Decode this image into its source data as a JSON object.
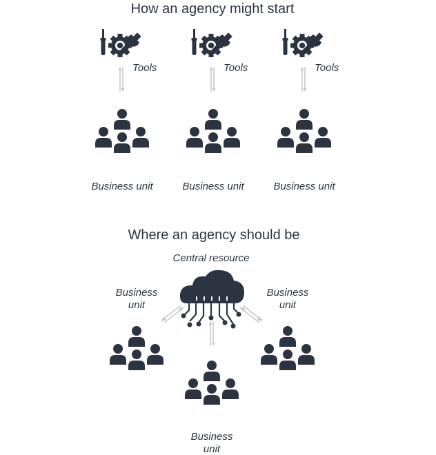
{
  "top_section": {
    "title": "How an agency might start",
    "columns": [
      {
        "tools_label": "Tools",
        "unit_label": "Business unit"
      },
      {
        "tools_label": "Tools",
        "unit_label": "Business unit"
      },
      {
        "tools_label": "Tools",
        "unit_label": "Business unit"
      }
    ]
  },
  "bottom_section": {
    "title": "Where an agency should be",
    "central_label": "Central resource",
    "left_unit": {
      "line1": "Business",
      "line2": "unit"
    },
    "right_unit": {
      "line1": "Business",
      "line2": "unit"
    },
    "bottom_unit": {
      "line1": "Business",
      "line2": "unit"
    }
  },
  "icons": {
    "tools": "wrench-screwdriver-gear-icon",
    "people": "people-group-icon",
    "cloud": "cloud-network-icon"
  },
  "colors": {
    "ink": "#2b3440",
    "arrow": "#c9c9c9",
    "background": "#ffffff"
  }
}
